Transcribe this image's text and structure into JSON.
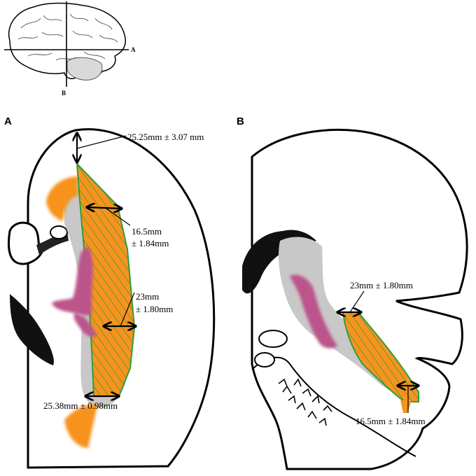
{
  "inset": {
    "line_a_label": "A",
    "line_b_label": "B"
  },
  "panel_a": {
    "label": "A",
    "measurements": [
      {
        "id": "m1",
        "line1": "25.25mm ± 3.07 mm"
      },
      {
        "id": "m2",
        "line1": "16.5mm",
        "line2": "± 1.84mm"
      },
      {
        "id": "m3",
        "line1": "23mm",
        "line2": "± 1.80mm"
      },
      {
        "id": "m4",
        "line1": "25.38mm ± 0.98mm"
      }
    ]
  },
  "panel_b": {
    "label": "B",
    "measurements": [
      {
        "id": "m1",
        "line1": "23mm ± 1.80mm"
      },
      {
        "id": "m2",
        "line1": "16.5mm ± 1.84mm"
      }
    ]
  },
  "colors": {
    "outline": "#000000",
    "gray_matter": "#c8c8c8",
    "orange_tract": "#f7931e",
    "hatch_green": "#2e9e3a",
    "purple_tract": "#7b3fa0",
    "red_tract": "#d6304a",
    "dark_structure": "#111111"
  }
}
